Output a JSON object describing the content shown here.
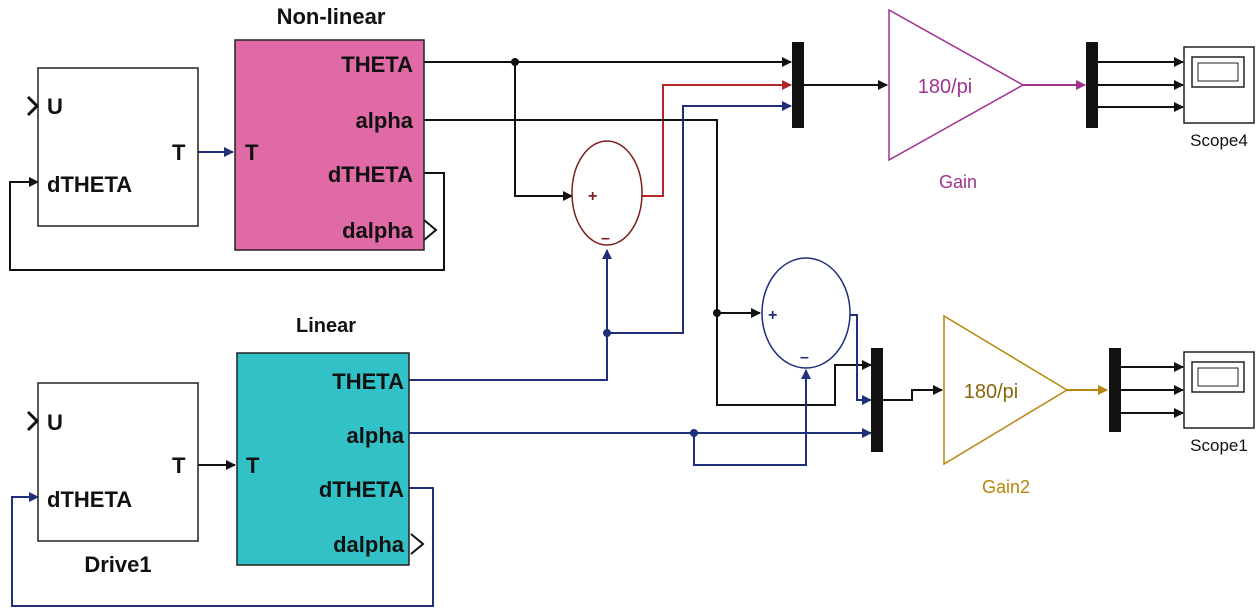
{
  "colors": {
    "nonlinear_fill": "#e06aa6",
    "linear_fill": "#32c1c6",
    "wire_black": "#111111",
    "wire_blue": "#1f2f7a",
    "wire_red": "#b3262a",
    "gain_magenta": "#a0338f",
    "gain_orange": "#b8860b",
    "sum_stroke": "#7a1e1e"
  },
  "drive_top": {
    "in_u": "U",
    "in_dtheta": "dTHETA",
    "out_t": "T"
  },
  "drive_bottom": {
    "in_u": "U",
    "in_dtheta": "dTHETA",
    "out_t": "T",
    "name": "Drive1"
  },
  "nonlinear": {
    "title": "Non-linear",
    "in_t": "T",
    "outputs": [
      "THETA",
      "alpha",
      "dTHETA",
      "dalpha"
    ]
  },
  "linear": {
    "title": "Linear",
    "in_t": "T",
    "outputs": [
      "THETA",
      "alpha",
      "dTHETA",
      "dalpha"
    ]
  },
  "sum_top": {
    "plus": "+",
    "minus": "–"
  },
  "sum_bottom": {
    "plus": "+",
    "minus": "–"
  },
  "gain_top": {
    "value": "180/pi",
    "name": "Gain"
  },
  "gain_bottom": {
    "value": "180/pi",
    "name": "Gain2"
  },
  "scope_top": {
    "name": "Scope4"
  },
  "scope_bottom": {
    "name": "Scope1"
  }
}
